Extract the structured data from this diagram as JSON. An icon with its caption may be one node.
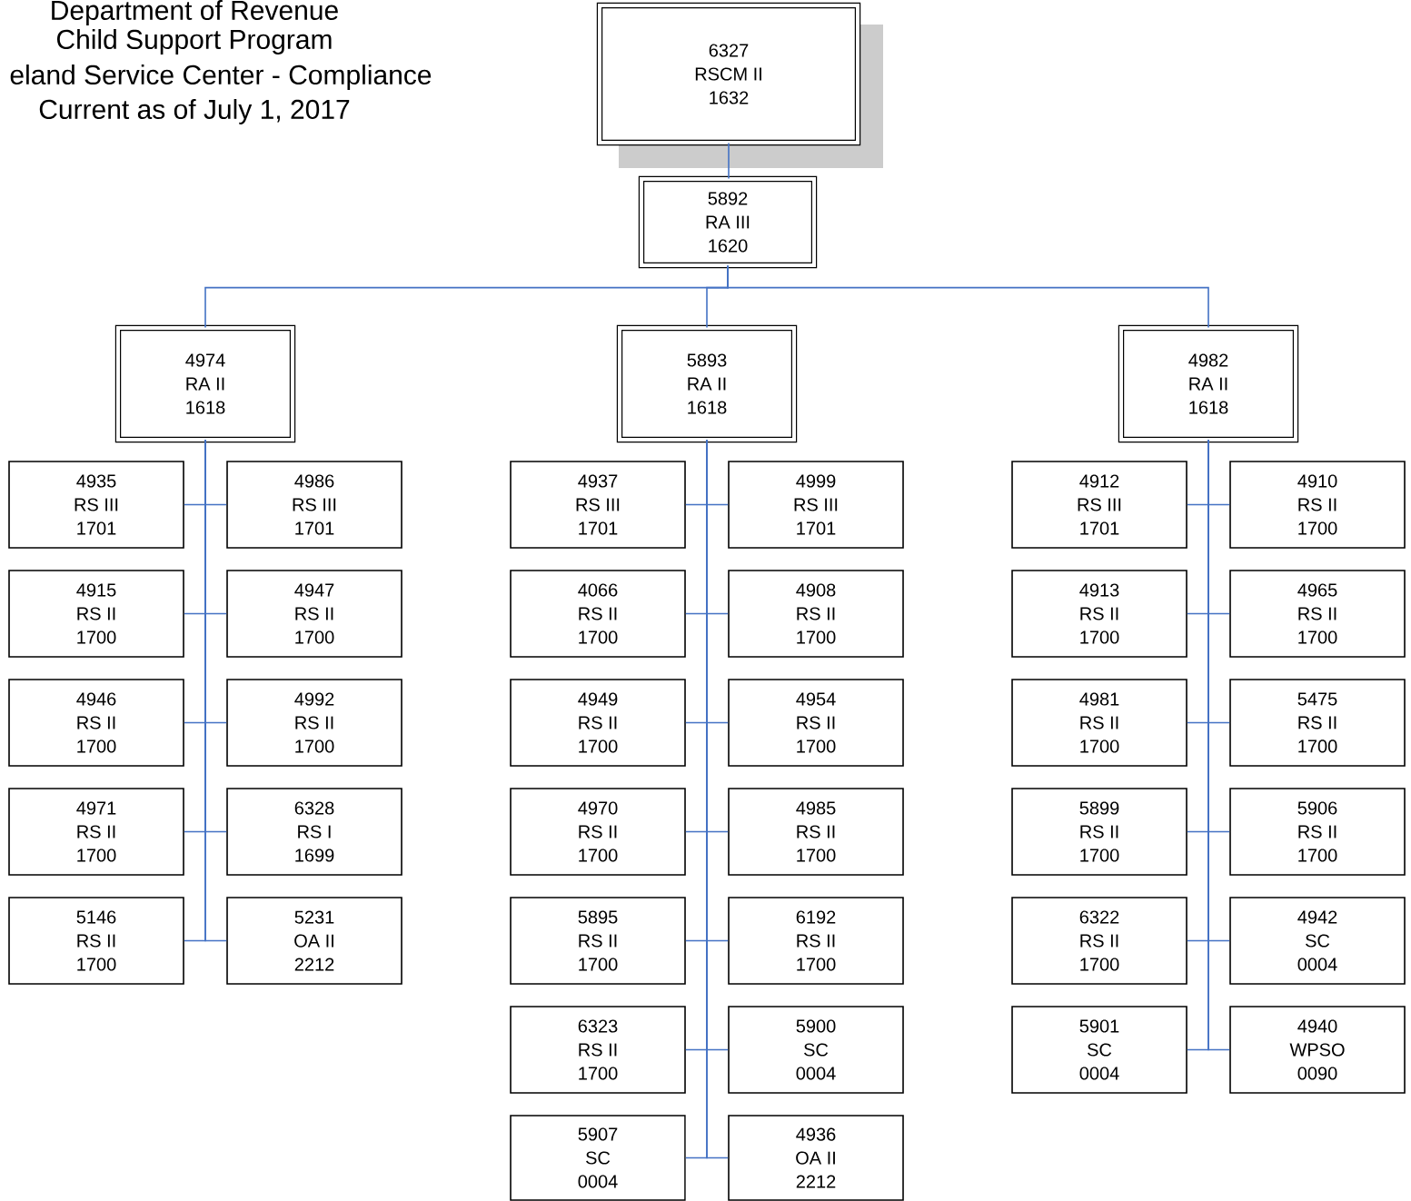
{
  "diagram": {
    "title": "Department of Revenue",
    "labels": [
      "Child Support Program",
      "eland Service Center - Compliance",
      "Current as of July 1, 2017"
    ],
    "nodes": [
      {
        "text": [
          "6327",
          "RSCM II",
          "1632"
        ]
      },
      {
        "text": [
          "5892",
          "RA III",
          "1620"
        ]
      },
      {
        "text": [
          "4974",
          "RA II",
          "1618"
        ]
      },
      {
        "text": [
          "5893",
          "RA II",
          "1618"
        ]
      },
      {
        "text": [
          "4982",
          "RA II",
          "1618"
        ]
      },
      {
        "text": [
          "4935",
          "RS III",
          "1701"
        ]
      },
      {
        "text": [
          "4986",
          "RS III",
          "1701"
        ]
      },
      {
        "text": [
          "4915",
          "RS II",
          "1700"
        ]
      },
      {
        "text": [
          "4947",
          "RS II",
          "1700"
        ]
      },
      {
        "text": [
          "4946",
          "RS II",
          "1700"
        ]
      },
      {
        "text": [
          "4992",
          "RS II",
          "1700"
        ]
      },
      {
        "text": [
          "4971",
          "RS II",
          "1700"
        ]
      },
      {
        "text": [
          "6328",
          "RS I",
          "1699"
        ]
      },
      {
        "text": [
          "5146",
          "RS II",
          "1700"
        ]
      },
      {
        "text": [
          "5231",
          "OA II",
          "2212"
        ]
      },
      {
        "text": [
          "4937",
          "RS III",
          "1701"
        ]
      },
      {
        "text": [
          "4999",
          "RS III",
          "1701"
        ]
      },
      {
        "text": [
          "4066",
          "RS II",
          "1700"
        ]
      },
      {
        "text": [
          "4908",
          "RS II",
          "1700"
        ]
      },
      {
        "text": [
          "4949",
          "RS II",
          "1700"
        ]
      },
      {
        "text": [
          "4954",
          "RS II",
          "1700"
        ]
      },
      {
        "text": [
          "4970",
          "RS II",
          "1700"
        ]
      },
      {
        "text": [
          "4985",
          "RS II",
          "1700"
        ]
      },
      {
        "text": [
          "5895",
          "RS II",
          "1700"
        ]
      },
      {
        "text": [
          "6192",
          "RS II",
          "1700"
        ]
      },
      {
        "text": [
          "6323",
          "RS II",
          "1700"
        ]
      },
      {
        "text": [
          "5900",
          "SC",
          "0004"
        ]
      },
      {
        "text": [
          "5907",
          "SC",
          "0004"
        ]
      },
      {
        "text": [
          "4936",
          "OA II",
          "2212"
        ]
      },
      {
        "text": [
          "4912",
          "RS III",
          "1701"
        ]
      },
      {
        "text": [
          "4910",
          "RS II",
          "1700"
        ]
      },
      {
        "text": [
          "4913",
          "RS II",
          "1700"
        ]
      },
      {
        "text": [
          "4965",
          "RS II",
          "1700"
        ]
      },
      {
        "text": [
          "4981",
          "RS II",
          "1700"
        ]
      },
      {
        "text": [
          "5475",
          "RS II",
          "1700"
        ]
      },
      {
        "text": [
          "5899",
          "RS II",
          "1700"
        ]
      },
      {
        "text": [
          "5906",
          "RS II",
          "1700"
        ]
      },
      {
        "text": [
          "6322",
          "RS II",
          "1700"
        ]
      },
      {
        "text": [
          "4942",
          "SC",
          "0004"
        ]
      },
      {
        "text": [
          "5901",
          "SC",
          "0004"
        ]
      },
      {
        "text": [
          "4940",
          "WPSO",
          "0090"
        ]
      }
    ],
    "edges": [
      {
        "from": 0,
        "to": 1,
        "arrow": "none"
      },
      {
        "from": 1,
        "to": 2,
        "arrow": "none"
      },
      {
        "from": 1,
        "to": 3,
        "arrow": "none"
      },
      {
        "from": 1,
        "to": 4,
        "arrow": "none"
      },
      {
        "from": 2,
        "to": 5,
        "arrow": "none"
      },
      {
        "from": 2,
        "to": 6,
        "arrow": "none"
      },
      {
        "from": 2,
        "to": 7,
        "arrow": "none"
      },
      {
        "from": 2,
        "to": 8,
        "arrow": "none"
      },
      {
        "from": 2,
        "to": 9,
        "arrow": "none"
      },
      {
        "from": 2,
        "to": 10,
        "arrow": "none"
      },
      {
        "from": 2,
        "to": 11,
        "arrow": "none"
      },
      {
        "from": 2,
        "to": 12,
        "arrow": "none"
      },
      {
        "from": 2,
        "to": 13,
        "arrow": "none"
      },
      {
        "from": 2,
        "to": 14,
        "arrow": "none"
      },
      {
        "from": 3,
        "to": 15,
        "arrow": "none"
      },
      {
        "from": 3,
        "to": 16,
        "arrow": "none"
      },
      {
        "from": 3,
        "to": 17,
        "arrow": "none"
      },
      {
        "from": 3,
        "to": 18,
        "arrow": "none"
      },
      {
        "from": 3,
        "to": 19,
        "arrow": "none"
      },
      {
        "from": 3,
        "to": 20,
        "arrow": "none"
      },
      {
        "from": 3,
        "to": 21,
        "arrow": "none"
      },
      {
        "from": 3,
        "to": 22,
        "arrow": "none"
      },
      {
        "from": 3,
        "to": 23,
        "arrow": "none"
      },
      {
        "from": 3,
        "to": 24,
        "arrow": "none"
      },
      {
        "from": 3,
        "to": 25,
        "arrow": "none"
      },
      {
        "from": 3,
        "to": 26,
        "arrow": "none"
      },
      {
        "from": 3,
        "to": 27,
        "arrow": "none"
      },
      {
        "from": 3,
        "to": 28,
        "arrow": "none"
      },
      {
        "from": 4,
        "to": 29,
        "arrow": "none"
      },
      {
        "from": 4,
        "to": 30,
        "arrow": "none"
      },
      {
        "from": 4,
        "to": 31,
        "arrow": "none"
      },
      {
        "from": 4,
        "to": 32,
        "arrow": "none"
      },
      {
        "from": 4,
        "to": 33,
        "arrow": "none"
      },
      {
        "from": 4,
        "to": 34,
        "arrow": "none"
      },
      {
        "from": 4,
        "to": 35,
        "arrow": "none"
      },
      {
        "from": 4,
        "to": 36,
        "arrow": "none"
      },
      {
        "from": 4,
        "to": 37,
        "arrow": "none"
      },
      {
        "from": 4,
        "to": 38,
        "arrow": "none"
      },
      {
        "from": 4,
        "to": 39,
        "arrow": "none"
      },
      {
        "from": 4,
        "to": 40,
        "arrow": "none"
      }
    ]
  }
}
